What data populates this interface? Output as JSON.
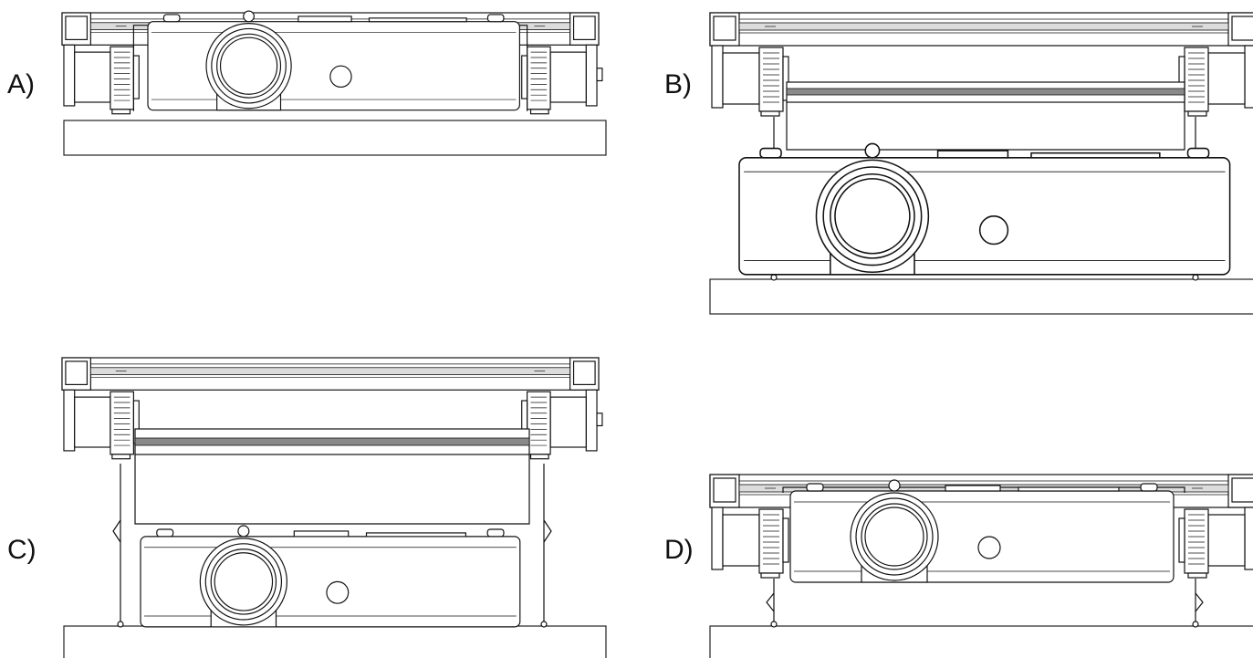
{
  "panels": [
    {
      "id": "A",
      "label": "A)",
      "state": "mounted"
    },
    {
      "id": "B",
      "label": "B)",
      "state": "lowered-full"
    },
    {
      "id": "C",
      "label": "C)",
      "state": "lowered-partial"
    },
    {
      "id": "D",
      "label": "D)",
      "state": "mounted-detached-cables"
    }
  ],
  "colors": {
    "stroke": "#111111",
    "bar": "#8a8a8a",
    "rail": "#dcdcdc",
    "background": "#ffffff"
  }
}
